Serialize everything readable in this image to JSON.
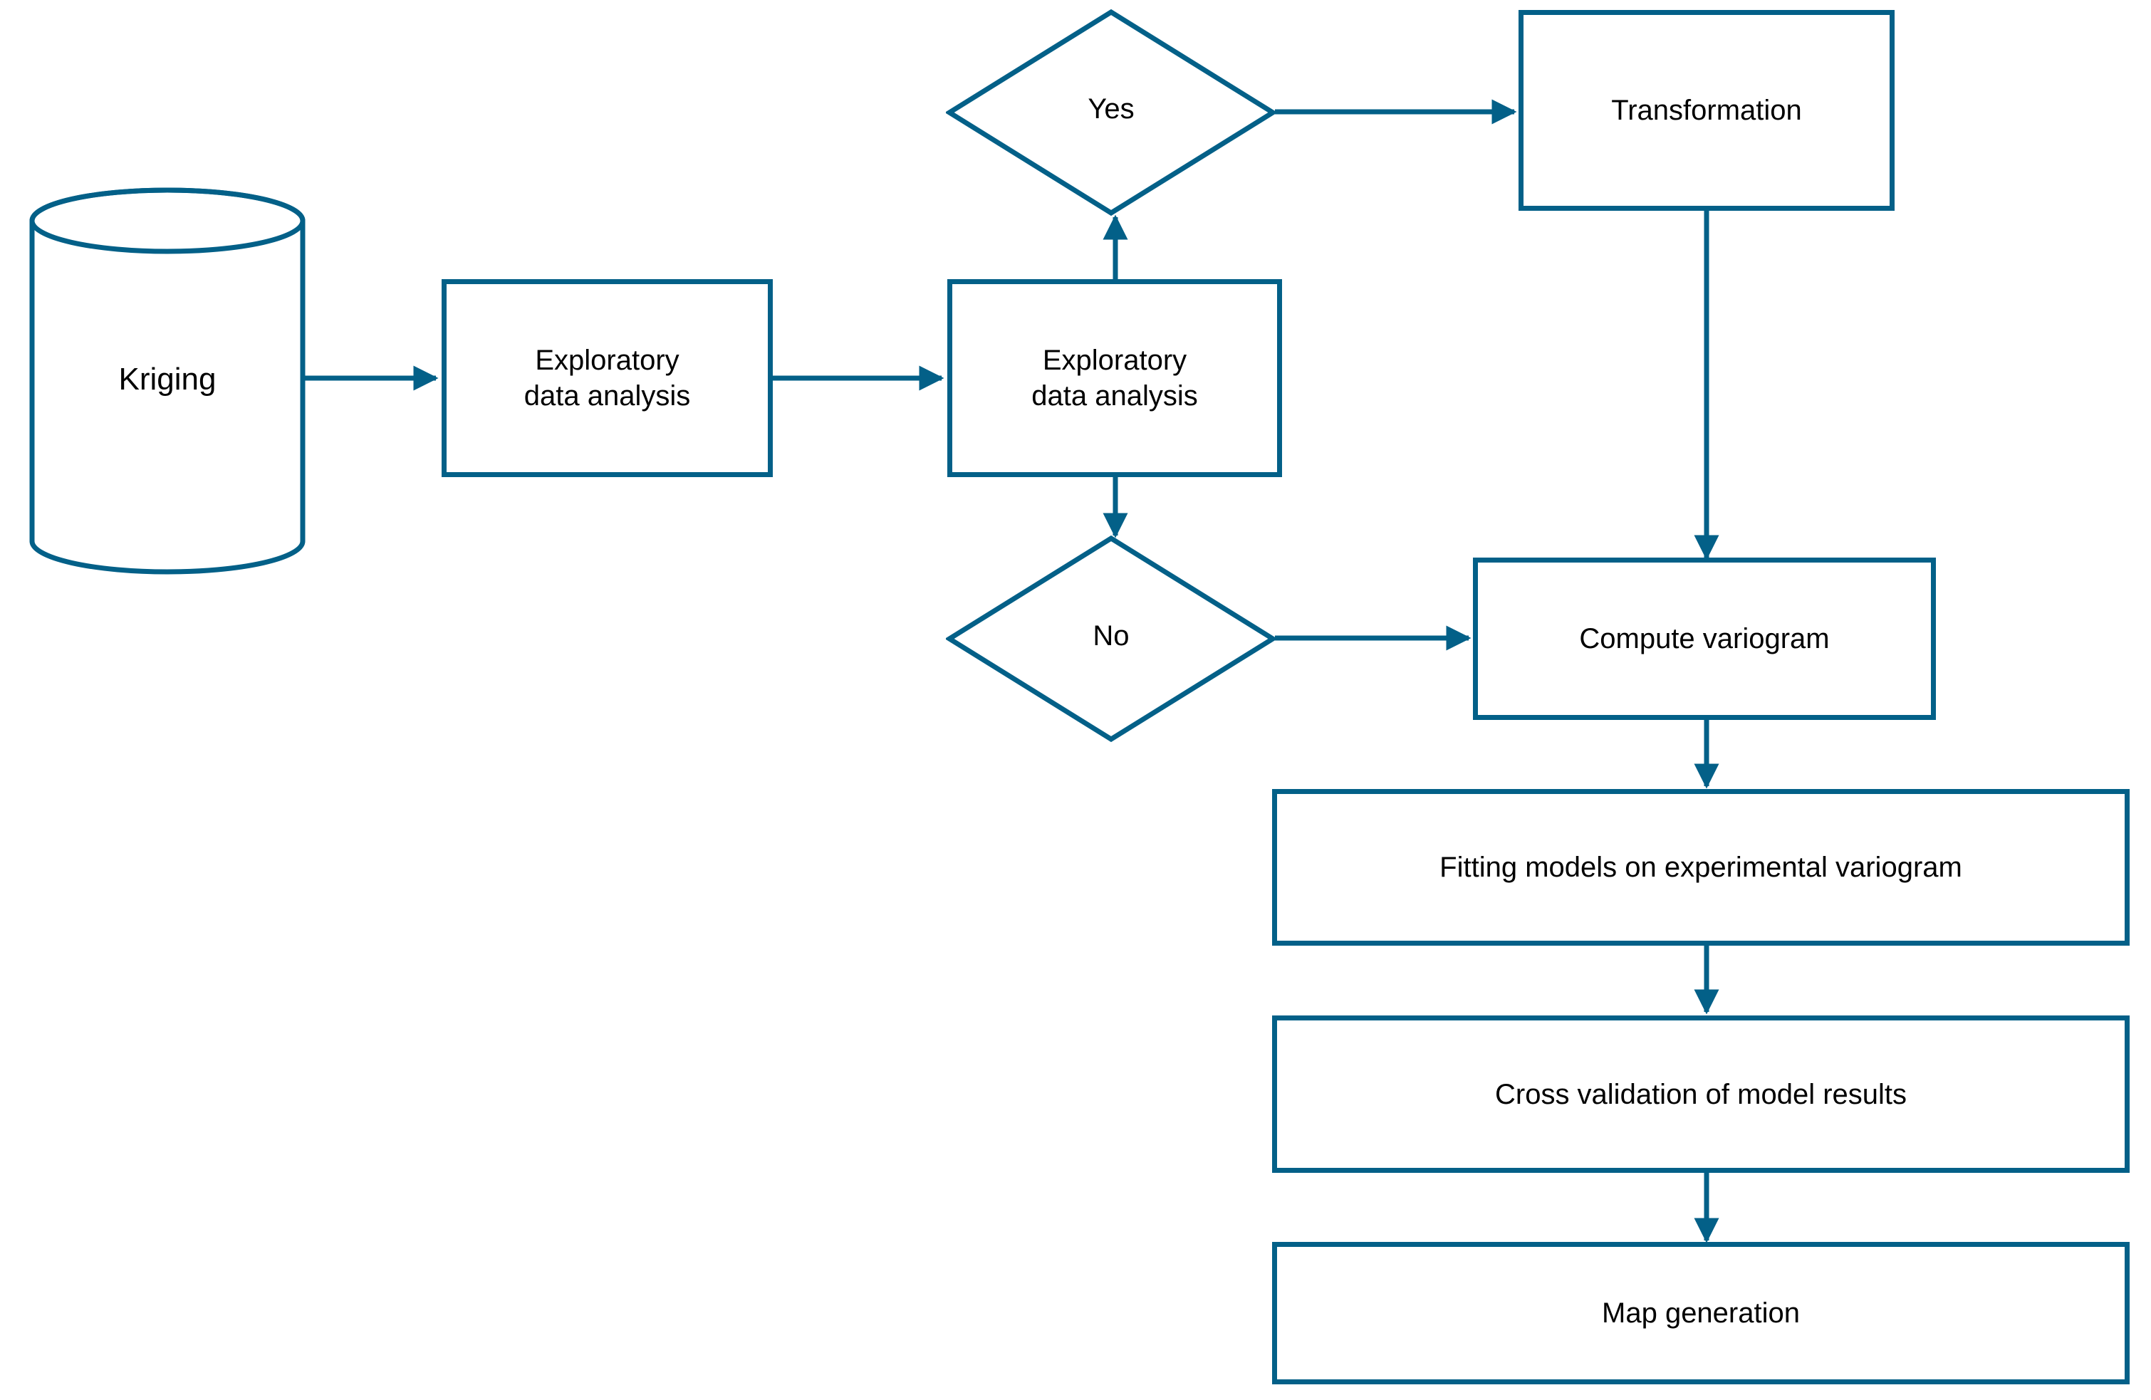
{
  "diagram": {
    "title": "Kriging workflow flowchart",
    "accent_color": "#036088",
    "text_color": "#000000",
    "background_color": "#ffffff",
    "nodes": {
      "kriging": {
        "label": "Kriging",
        "shape": "cylinder"
      },
      "eda1": {
        "label": "Exploratory\ndata analysis",
        "shape": "rectangle"
      },
      "eda2": {
        "label": "Exploratory\ndata analysis",
        "shape": "rectangle"
      },
      "yes": {
        "label": "Yes",
        "shape": "diamond"
      },
      "no": {
        "label": "No",
        "shape": "diamond"
      },
      "transformation": {
        "label": "Transformation",
        "shape": "rectangle"
      },
      "compute_variogram": {
        "label": "Compute variogram",
        "shape": "rectangle"
      },
      "fitting_models": {
        "label": "Fitting models on experimental variogram",
        "shape": "rectangle"
      },
      "cross_validation": {
        "label": "Cross validation of model results",
        "shape": "rectangle"
      },
      "map_generation": {
        "label": "Map generation",
        "shape": "rectangle"
      }
    },
    "edges": [
      {
        "from": "kriging",
        "to": "eda1",
        "direction": "right"
      },
      {
        "from": "eda1",
        "to": "eda2",
        "direction": "right"
      },
      {
        "from": "eda2",
        "to": "yes",
        "direction": "up"
      },
      {
        "from": "yes",
        "to": "transformation",
        "direction": "right"
      },
      {
        "from": "eda2",
        "to": "no",
        "direction": "down"
      },
      {
        "from": "no",
        "to": "compute_variogram",
        "direction": "right"
      },
      {
        "from": "transformation",
        "to": "compute_variogram",
        "direction": "down"
      },
      {
        "from": "compute_variogram",
        "to": "fitting_models",
        "direction": "down"
      },
      {
        "from": "fitting_models",
        "to": "cross_validation",
        "direction": "down"
      },
      {
        "from": "cross_validation",
        "to": "map_generation",
        "direction": "down"
      }
    ]
  }
}
